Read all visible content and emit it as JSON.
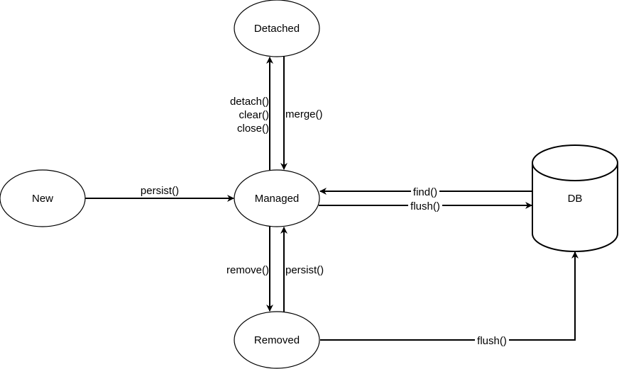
{
  "nodes": {
    "new": {
      "label": "New"
    },
    "managed": {
      "label": "Managed"
    },
    "detached": {
      "label": "Detached"
    },
    "removed": {
      "label": "Removed"
    },
    "db": {
      "label": "DB"
    }
  },
  "edges": {
    "new_to_managed": {
      "label": "persist()"
    },
    "managed_to_detached": {
      "lines": [
        "detach()",
        "clear()",
        "close()"
      ]
    },
    "detached_to_managed": {
      "label": "merge()"
    },
    "managed_to_removed": {
      "label": "remove()"
    },
    "removed_to_managed": {
      "label": "persist()"
    },
    "db_to_managed": {
      "label": "find()"
    },
    "managed_to_db": {
      "label": "flush()"
    },
    "removed_to_db": {
      "label": "flush()"
    }
  }
}
